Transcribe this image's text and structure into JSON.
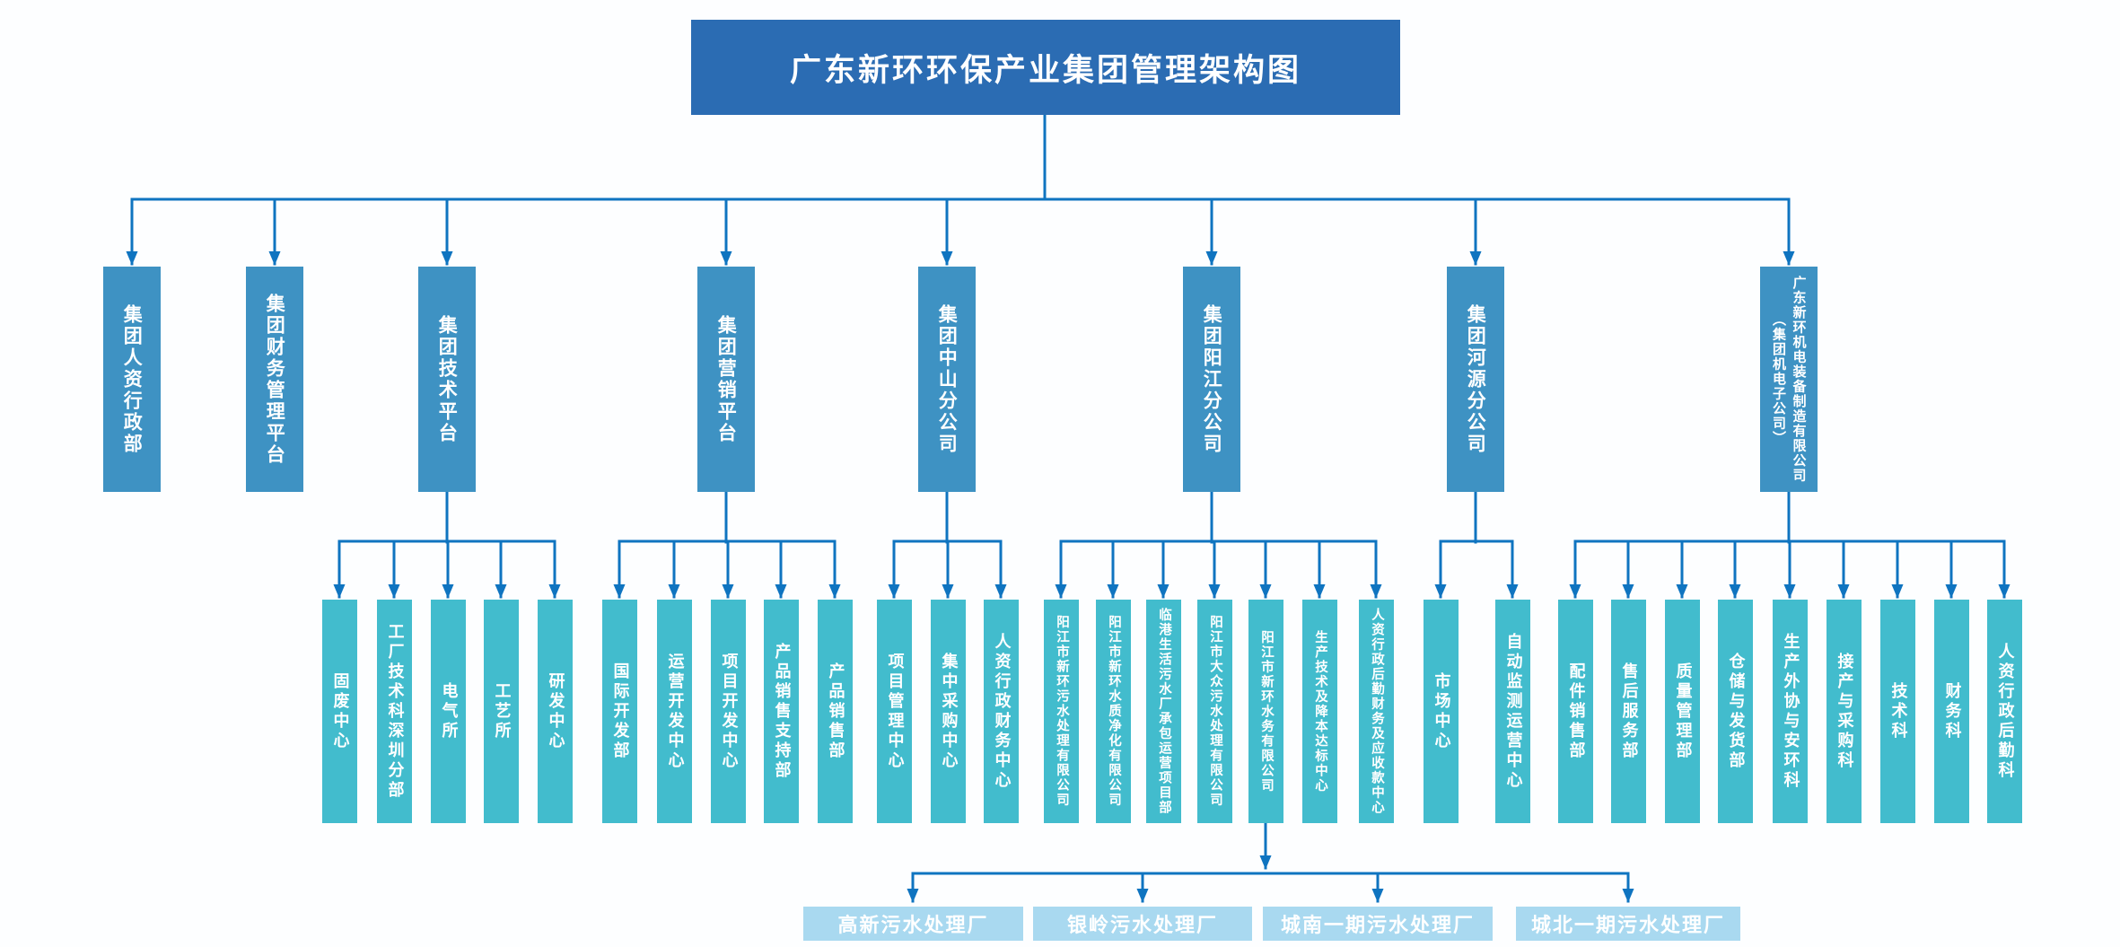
{
  "colors": {
    "title_box": "#2b6cb3",
    "level2_box": "#3e92c3",
    "level3_box": "#42bccd",
    "level4_box": "#a9d9f0",
    "connector": "#0f74c0",
    "node_text": "#ffffff"
  },
  "tree": {
    "root_label": "广东新环环保产业集团管理架构图",
    "branches": [
      {
        "label": "集团人资行政部"
      },
      {
        "label": "集团财务管理平台"
      },
      {
        "label": "集团技术平台",
        "children": [
          {
            "label": "固废中心"
          },
          {
            "label": "工厂技术科深圳分部"
          },
          {
            "label": "电气所"
          },
          {
            "label": "工艺所"
          },
          {
            "label": "研发中心"
          }
        ]
      },
      {
        "label": "集团营销平台",
        "children": [
          {
            "label": "国际开发部"
          },
          {
            "label": "运营开发中心"
          },
          {
            "label": "项目开发中心"
          },
          {
            "label": "产品销售支持部"
          },
          {
            "label": "产品销售部"
          }
        ]
      },
      {
        "label": "集团中山分公司",
        "children": [
          {
            "label": "项目管理中心"
          },
          {
            "label": "集中采购中心"
          },
          {
            "label": "人资行政财务中心"
          }
        ]
      },
      {
        "label": "集团阳江分公司",
        "children": [
          {
            "label": "阳江市新环污水处理有限公司"
          },
          {
            "label": "阳江市新环水质净化有限公司"
          },
          {
            "label": "临港生活污水厂承包运营项目部"
          },
          {
            "label": "阳江市大众污水处理有限公司"
          },
          {
            "label": "阳江市新环水务有限公司",
            "children": [
              {
                "label": "高新污水处理厂"
              },
              {
                "label": "银岭污水处理厂"
              },
              {
                "label": "城南一期污水处理厂"
              },
              {
                "label": "城北一期污水处理厂"
              }
            ]
          },
          {
            "label": "生产技术及降本达标中心"
          },
          {
            "label": "人资行政后勤财务及应收款中心"
          }
        ]
      },
      {
        "label": "集团河源分公司",
        "children": [
          {
            "label": "市场中心"
          },
          {
            "label": "自动监测运营中心"
          }
        ]
      },
      {
        "label": "广东新环机电装备制造有限公司（集团机电子公司）",
        "children": [
          {
            "label": "配件销售部"
          },
          {
            "label": "售后服务部"
          },
          {
            "label": "质量管理部"
          },
          {
            "label": "仓储与发货部"
          },
          {
            "label": "生产外协与安环科"
          },
          {
            "label": "接产与采购科"
          },
          {
            "label": "技术科"
          },
          {
            "label": "财务科"
          },
          {
            "label": "人资行政后勤科"
          }
        ]
      }
    ]
  }
}
